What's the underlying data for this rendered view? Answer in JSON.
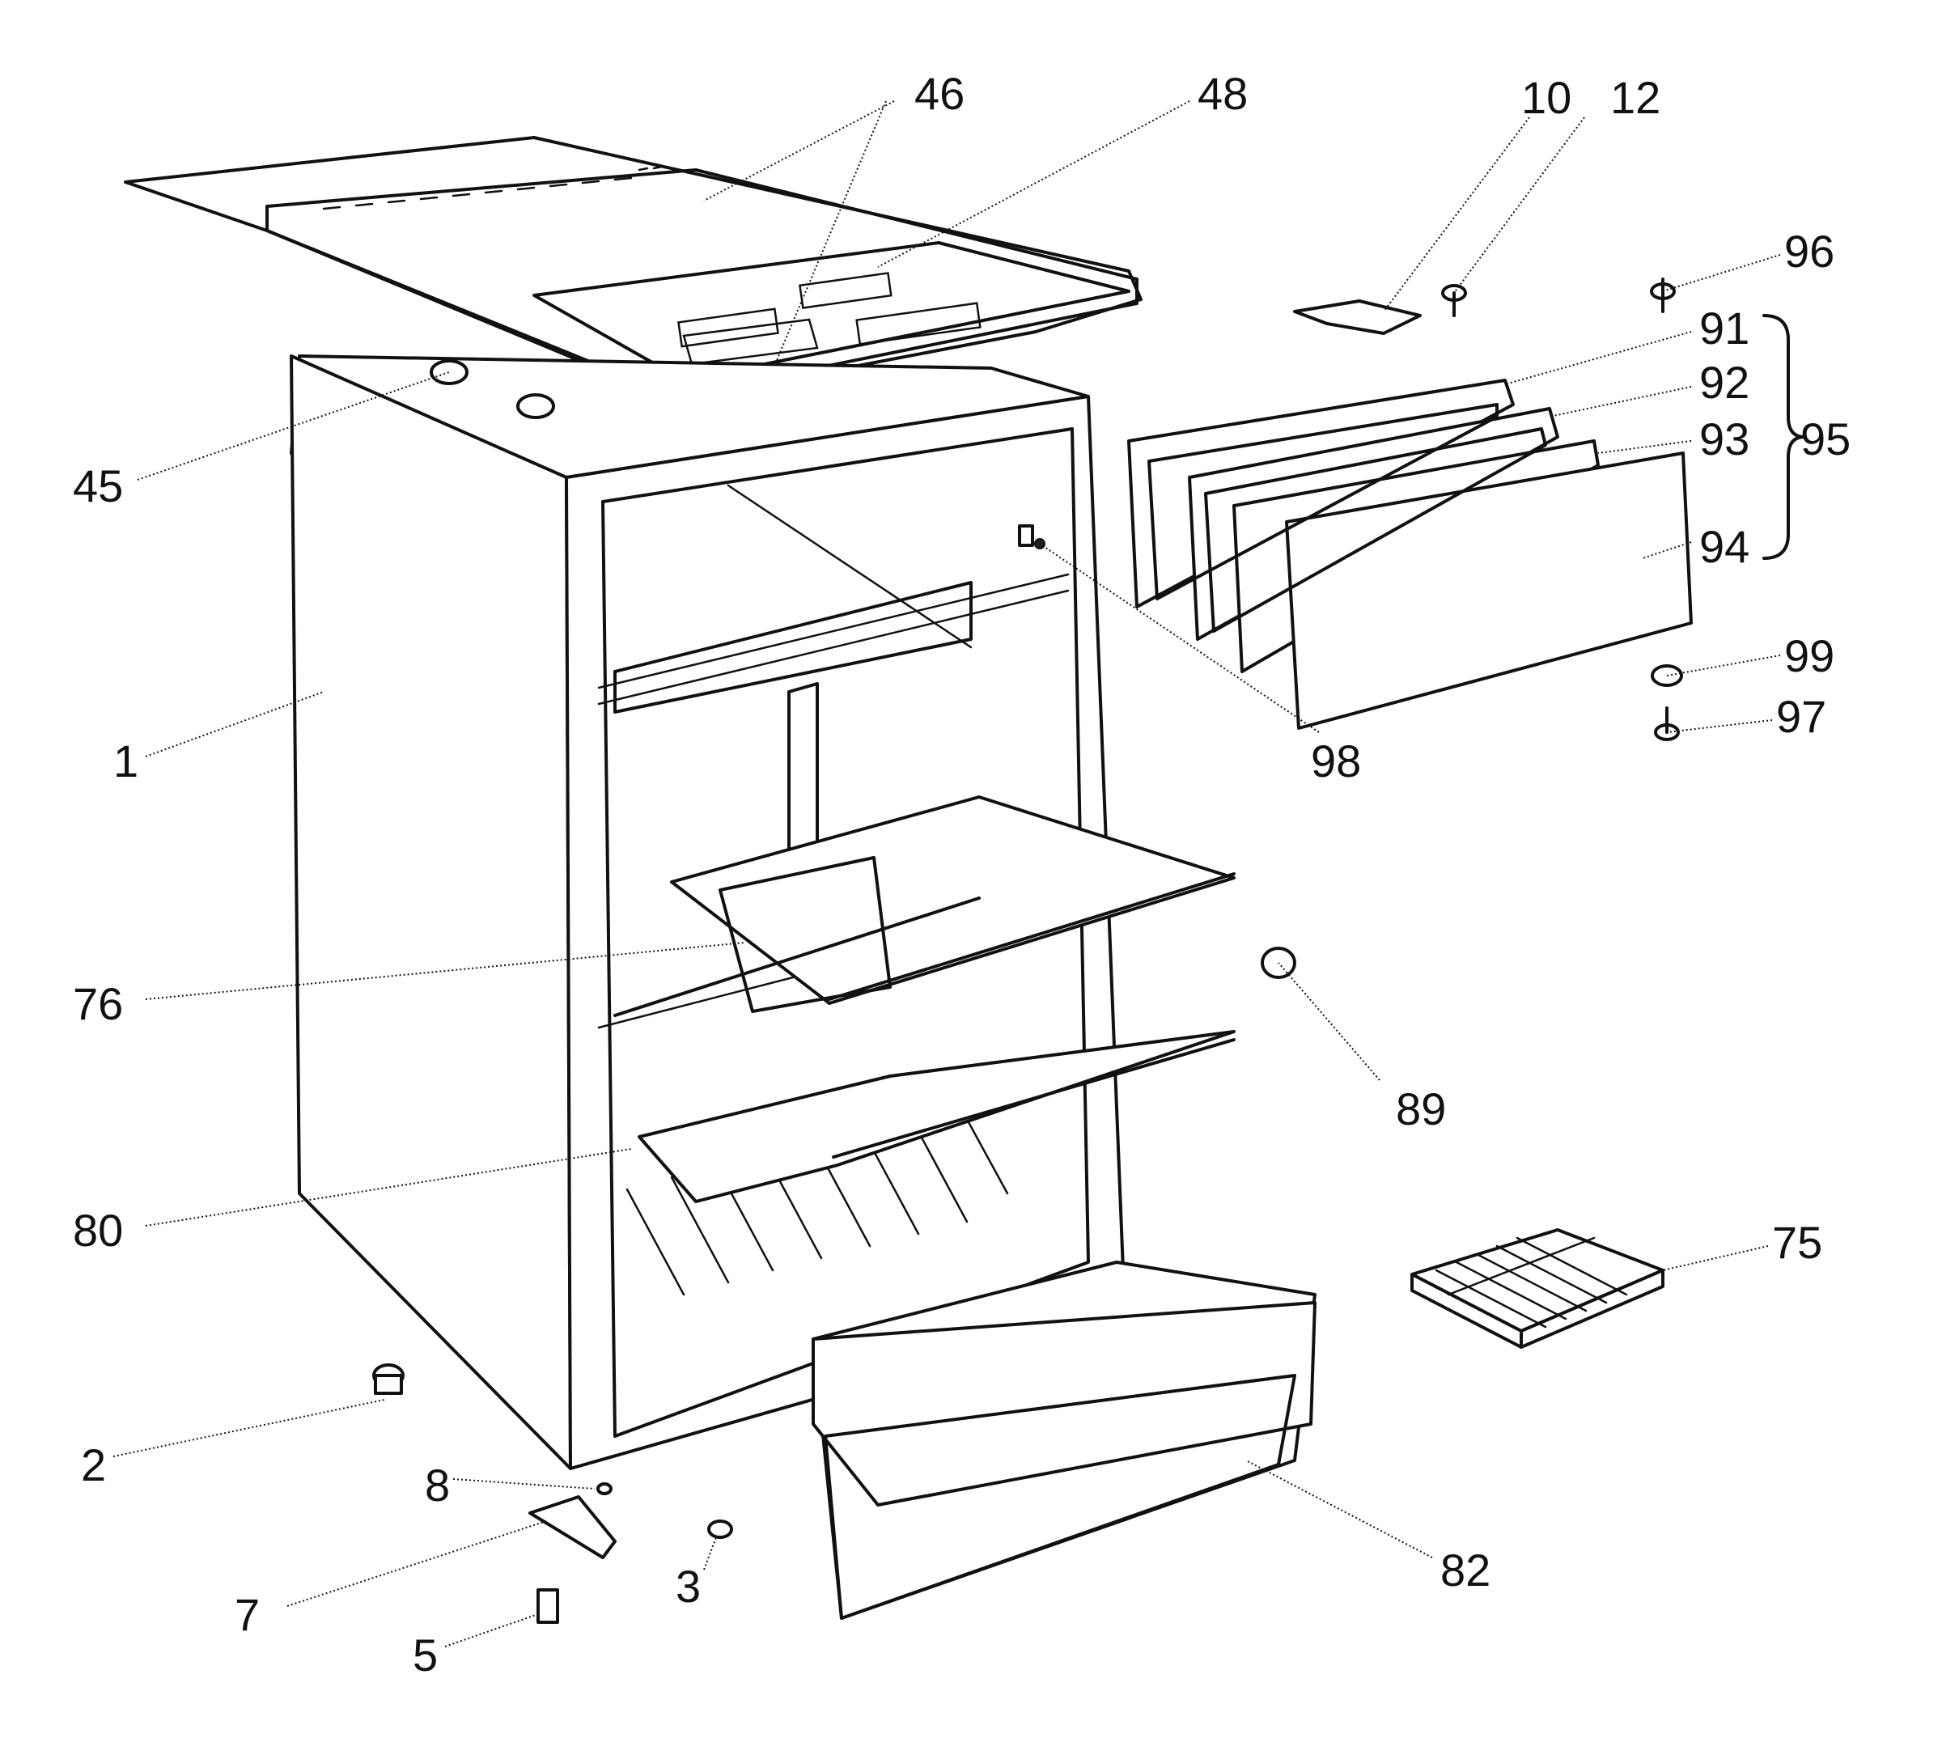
{
  "callouts": {
    "c1": "1",
    "c2": "2",
    "c3": "3",
    "c5": "5",
    "c7": "7",
    "c8": "8",
    "c10": "10",
    "c12": "12",
    "c45": "45",
    "c46": "46",
    "c48": "48",
    "c75": "75",
    "c76": "76",
    "c80": "80",
    "c82": "82",
    "c89": "89",
    "c91": "91",
    "c92": "92",
    "c93": "93",
    "c94": "94",
    "c95": "95",
    "c96": "96",
    "c97": "97",
    "c98": "98",
    "c99": "99"
  }
}
